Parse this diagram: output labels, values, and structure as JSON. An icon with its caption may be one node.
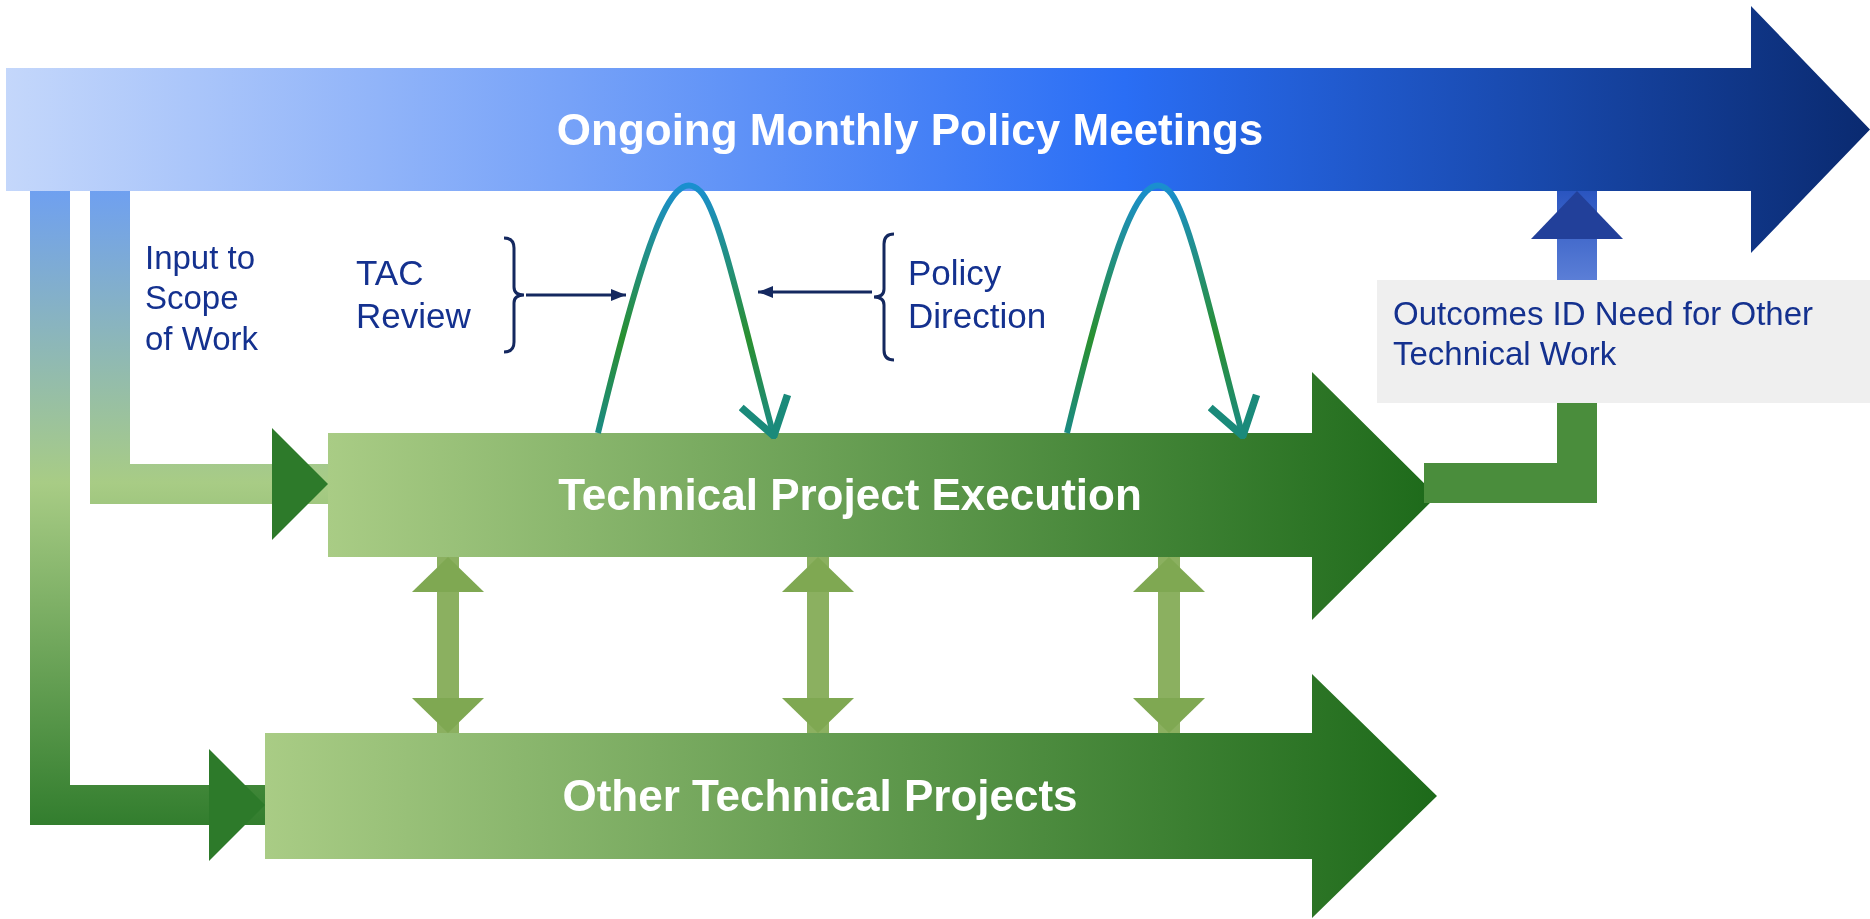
{
  "diagram": {
    "nodes": [
      {
        "text": [
          "Ongoing Monthly Policy Meetings"
        ]
      },
      {
        "text": [
          "TAC Review"
        ]
      },
      {
        "text": [
          "Policy Direction"
        ]
      },
      {
        "text": [
          "Outcomes ID Need for Other Technical Work"
        ]
      },
      {
        "text": [
          "Technical Project Execution"
        ]
      },
      {
        "text": [
          "Other Technical Projects"
        ]
      }
    ],
    "edges": [
      {
        "from": 0,
        "to": 4,
        "arrow": "to",
        "style": "thick"
      },
      {
        "from": 0,
        "to": 5,
        "arrow": "to",
        "style": "thick"
      },
      {
        "from": 1,
        "to": null,
        "arrow": "to",
        "color": "#14285f"
      },
      {
        "from": 2,
        "to": null,
        "arrow": "to",
        "color": "#14285f"
      },
      {
        "from": 4,
        "to": 4,
        "arrow": "to"
      },
      {
        "from": 4,
        "to": 4,
        "arrow": "to"
      },
      {
        "from": 4,
        "to": 3,
        "arrow": "none",
        "style": "thick"
      },
      {
        "from": 3,
        "to": 0,
        "arrow": "to",
        "style": "thick"
      },
      {
        "from": 4,
        "to": 5,
        "arrow": "both"
      },
      {
        "from": 4,
        "to": 5,
        "arrow": "both"
      },
      {
        "from": 4,
        "to": 5,
        "arrow": "both"
      }
    ],
    "labels": [
      "Input to Scope of Work"
    ]
  }
}
